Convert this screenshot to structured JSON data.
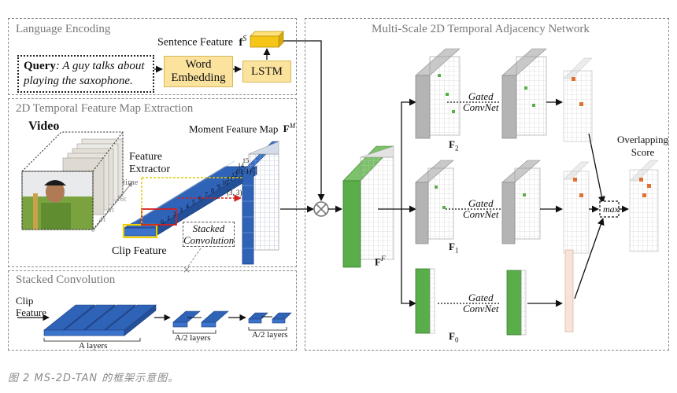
{
  "panels": {
    "language": "Language Encoding",
    "feature_map": "2D Temporal Feature Map Extraction",
    "stacked": "Stacked Convolution",
    "network": "Multi-Scale 2D Temporal Adjacency Network"
  },
  "language": {
    "query_prefix": "Query",
    "query_text": ": A guy talks about playing the saxophone.",
    "word_embedding": "Word Embedding",
    "lstm": "LSTM",
    "sentence_feature": "Sentence Feature",
    "sentence_symbol": "f",
    "sentence_sup": "S"
  },
  "feature_map": {
    "video": "Video",
    "feature_extractor": "Feature Extractor",
    "time": "time",
    "time_ticks": [
      "0",
      "4τ",
      "8τ",
      "16τ"
    ],
    "clip_feature": "Clip Feature",
    "stacked_conv": "Stacked Convolution",
    "moment_map": "Moment Feature Map",
    "moment_symbol": "F",
    "moment_sup": "M",
    "diag_numbers": [
      "0",
      "1",
      "2",
      "3",
      "4",
      "5",
      "6",
      "7",
      "8",
      "9",
      "10",
      "11",
      "12",
      "13",
      "14",
      "15"
    ],
    "coord_01": "(0, 1)",
    "coord_33": "(3, 3)"
  },
  "stacked": {
    "clip_feature": "Clip Feature",
    "a_layers": "A layers",
    "half_layers_1": "A/2 layers",
    "half_layers_2": "A/2 layers"
  },
  "network": {
    "ff": "F",
    "ff_sup": "F",
    "f2": "F",
    "f2_sub": "2",
    "f1": "F",
    "f1_sub": "1",
    "f0": "F",
    "f0_sub": "0",
    "gated": "Gated",
    "convnet": "ConvNet",
    "max": "max",
    "overlapping": "Overlapping",
    "score": "Score"
  },
  "caption": "图 2 MS-2D-TAN 的框架示意图。",
  "colors": {
    "blue": "#2f63b8",
    "green": "#5aae4a",
    "gray": "#b4b4b4",
    "yellow": "#fbe39e",
    "red": "#d22020",
    "gold": "#f5c518"
  }
}
